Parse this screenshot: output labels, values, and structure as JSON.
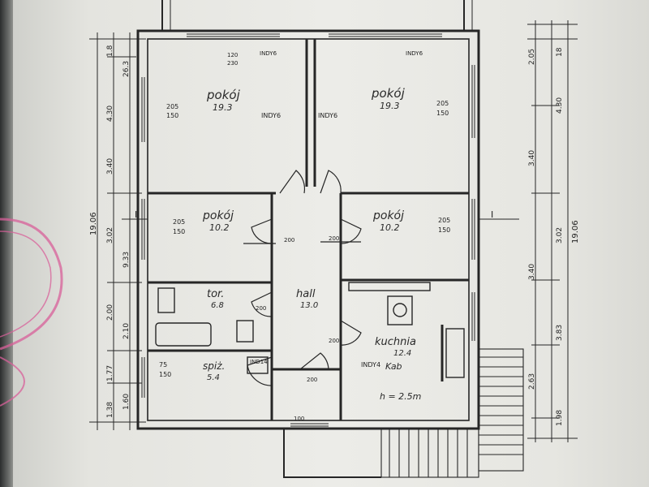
{
  "rooms": [
    {
      "name": "pokój",
      "area": "19.3",
      "door": "205",
      "door2": "150"
    },
    {
      "name": "pokój",
      "area": "19.3",
      "door": "205",
      "door2": "150"
    },
    {
      "name": "pokój",
      "area": "10.2",
      "door": "205",
      "door2": "150"
    },
    {
      "name": "pokój",
      "area": "10.2",
      "door": "205",
      "door2": "150"
    },
    {
      "name": "tor.",
      "area": "6.8"
    },
    {
      "name": "hall",
      "area": "13.0"
    },
    {
      "name": "kuchnia",
      "area": "12.4"
    },
    {
      "name": "spiż.",
      "area": "5.4",
      "door": "75",
      "door2": "150"
    }
  ],
  "labels": {
    "ind_top_left": "INDY6",
    "ind_top_right": "INDY6",
    "ind_wall_left": "INDY6",
    "ind_wall_right": "INDY6",
    "ind_kitchen": "INDY4",
    "ind_hall": "IND14",
    "note_kitchen": "Kab",
    "note_height": "h = 2.5m",
    "section_left": "I",
    "section_right": "I",
    "dim_200a": "200",
    "dim_200b": "200",
    "dim_200c": "200",
    "dim_200d": "200",
    "dim_200e": "200",
    "dim_100": "100",
    "win_120": "120",
    "win_230": "230"
  },
  "dimensions": {
    "left_total": "19.06",
    "left_outer": [
      "1.8",
      "26.3",
      "4.30",
      "3.40",
      "3.02",
      "9.33",
      "2.00",
      "2.10",
      "1.77",
      "1.60",
      "1.38"
    ],
    "right_total": "19.06",
    "right_outer": [
      "2.05",
      "18",
      "4.30",
      "3.40",
      "3.02",
      "3.40",
      "3.83",
      "2.63",
      "1.98"
    ]
  },
  "colors": {
    "ink": "#262626",
    "paper": "#ebebe6",
    "stamp": "#d9609a"
  }
}
